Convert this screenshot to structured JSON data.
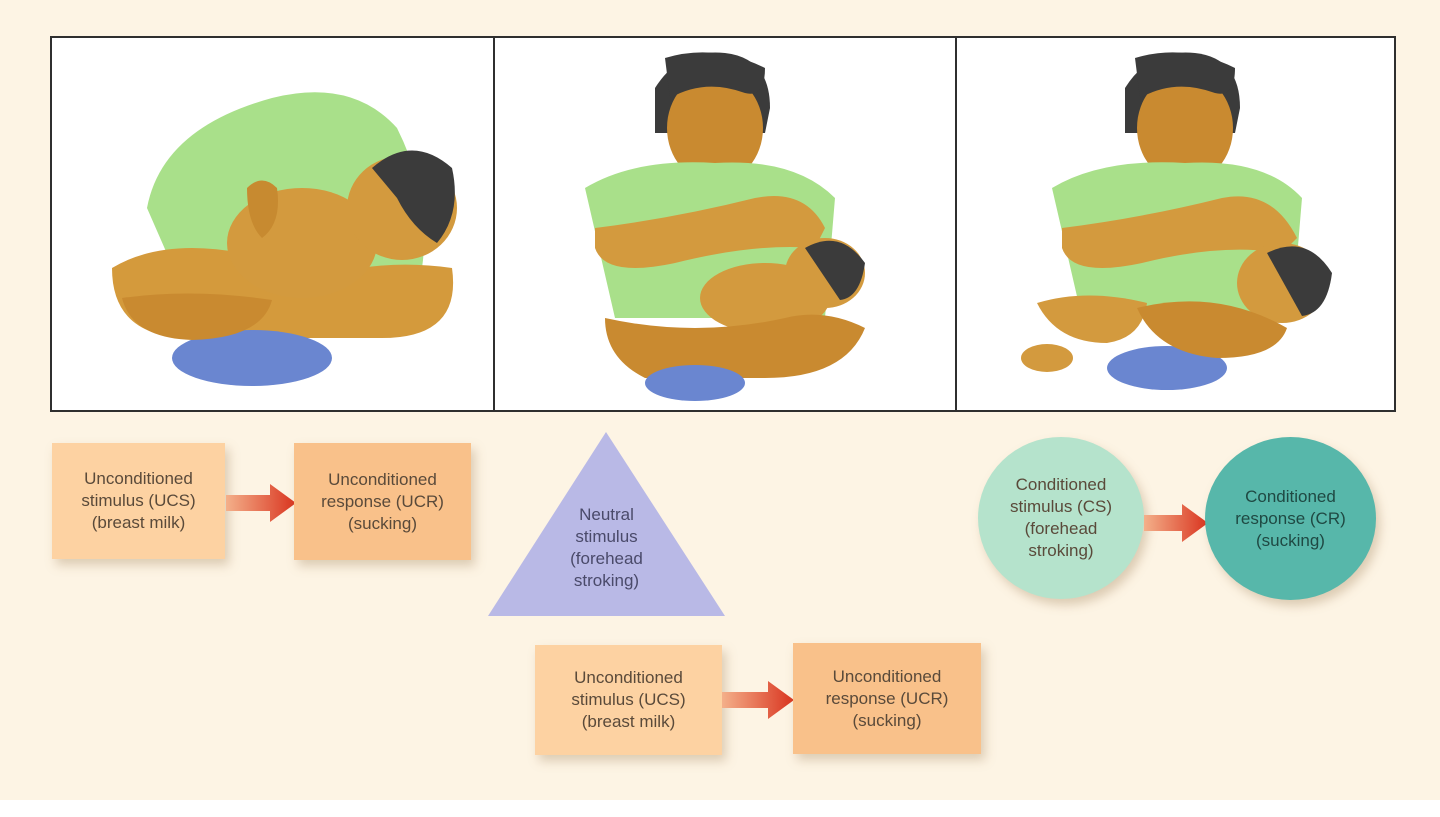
{
  "panels": [
    {
      "name": "panel-1-breastfeeding"
    },
    {
      "name": "panel-2-stroking-while-feeding"
    },
    {
      "name": "panel-3-stroking-conditioned"
    }
  ],
  "stage1": {
    "ucs": "Unconditioned\nstimulus (UCS)\n(breast milk)",
    "ucr": "Unconditioned\nresponse (UCR)\n(sucking)"
  },
  "stage2": {
    "neutral": "Neutral\nstimulus\n(forehead\nstroking)",
    "ucs": "Unconditioned\nstimulus (UCS)\n(breast milk)",
    "ucr": "Unconditioned\nresponse (UCR)\n(sucking)"
  },
  "stage3": {
    "cs": "Conditioned\nstimulus (CS)\n(forehead\nstroking)",
    "cr": "Conditioned\nresponse (CR)\n(sucking)"
  },
  "colors": {
    "background": "#fdf4e4",
    "ucs_box": "#fdd2a2",
    "ucr_box": "#f9c18a",
    "neutral_triangle": "#b9b9e6",
    "cs_circle": "#b5e3cc",
    "cr_circle": "#57b7aa",
    "arrow": "#d9341f"
  }
}
